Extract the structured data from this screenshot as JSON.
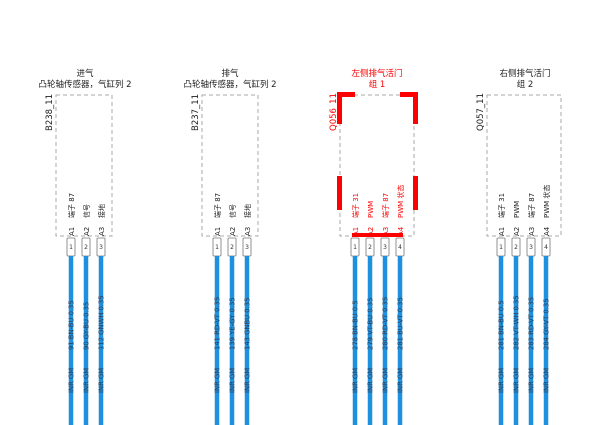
{
  "colors": {
    "wire": "#1e90e0",
    "wire_text": "#2b3f55",
    "box_border": "#a8a8a8",
    "active": "#ff0000",
    "text": "#222222"
  },
  "connectors": [
    {
      "title_lines": [
        "进气",
        "凸轮轴传感器，气缸列 2"
      ],
      "code": "B238_11",
      "active": false,
      "pins": [
        {
          "function": "端子 87",
          "pin": "A1",
          "num": "1",
          "wire_code": "91 BN-BU 0.35",
          "harness": "INR GM"
        },
        {
          "function": "信号",
          "pin": "A2",
          "num": "2",
          "wire_code": "90 GY-BU 0.35",
          "harness": "INR GM"
        },
        {
          "function": "接地",
          "pin": "A3",
          "num": "3",
          "wire_code": "112 GNWH 0.35",
          "harness": "INR GM"
        }
      ]
    },
    {
      "title_lines": [
        "排气",
        "凸轮轴传感器，气缸列 2"
      ],
      "code": "B237_11",
      "active": false,
      "pins": [
        {
          "function": "端子 87",
          "pin": "A1",
          "num": "1",
          "wire_code": "141 RD-VT 0.35",
          "harness": "INR GM"
        },
        {
          "function": "信号",
          "pin": "A2",
          "num": "2",
          "wire_code": "139 YE-GY 0.35",
          "harness": "INR GM"
        },
        {
          "function": "接地",
          "pin": "A3",
          "num": "3",
          "wire_code": "143 GNBU 0.35",
          "harness": "INR GM"
        }
      ]
    },
    {
      "title_lines": [
        "左侧排气活门",
        "组 1"
      ],
      "code": "Q056_11",
      "active": true,
      "pins": [
        {
          "function": "端子 31",
          "pin": "A1",
          "num": "1",
          "wire_code": "278 BN-BU 0.5",
          "harness": "INR GM"
        },
        {
          "function": "PWM",
          "pin": "A2",
          "num": "2",
          "wire_code": "279 VT-BU 0.35",
          "harness": "INR GM"
        },
        {
          "function": "端子 87",
          "pin": "A3",
          "num": "3",
          "wire_code": "280 RD-VT 0.35",
          "harness": "INR GM"
        },
        {
          "function": "PWM 状态",
          "pin": "A4",
          "num": "4",
          "wire_code": "281 BU-VT 0.35",
          "harness": "INR GM"
        }
      ]
    },
    {
      "title_lines": [
        "右侧排气活门",
        "组 2"
      ],
      "code": "Q057_11",
      "active": false,
      "pins": [
        {
          "function": "端子 31",
          "pin": "A1",
          "num": "1",
          "wire_code": "281 BN-BU 0.5",
          "harness": "INR GM"
        },
        {
          "function": "PWM",
          "pin": "A2",
          "num": "2",
          "wire_code": "282 VT-WH 0.35",
          "harness": "INR GM"
        },
        {
          "function": "端子 87",
          "pin": "A3",
          "num": "3",
          "wire_code": "283 RD-VT 0.35",
          "harness": "INR GM"
        },
        {
          "function": "PWM 状态",
          "pin": "A4",
          "num": "4",
          "wire_code": "284 GY-VT 0.35",
          "harness": "INR GM"
        }
      ]
    }
  ]
}
